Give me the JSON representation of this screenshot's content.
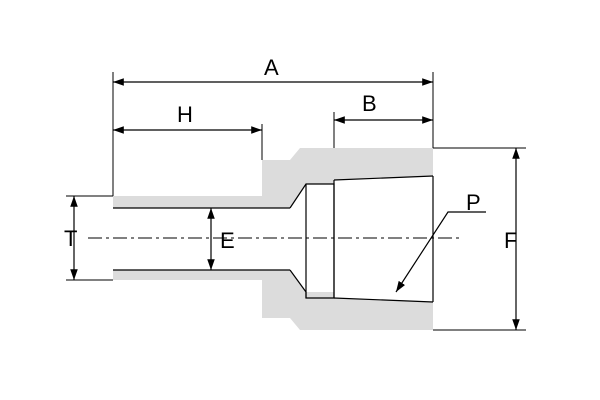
{
  "diagram": {
    "colors": {
      "body": "#dcdcdc",
      "line": "#000000",
      "background": "#ffffff"
    },
    "labels": {
      "A": "A",
      "B": "B",
      "H": "H",
      "T": "T",
      "E": "E",
      "F": "F",
      "P": "P"
    }
  }
}
